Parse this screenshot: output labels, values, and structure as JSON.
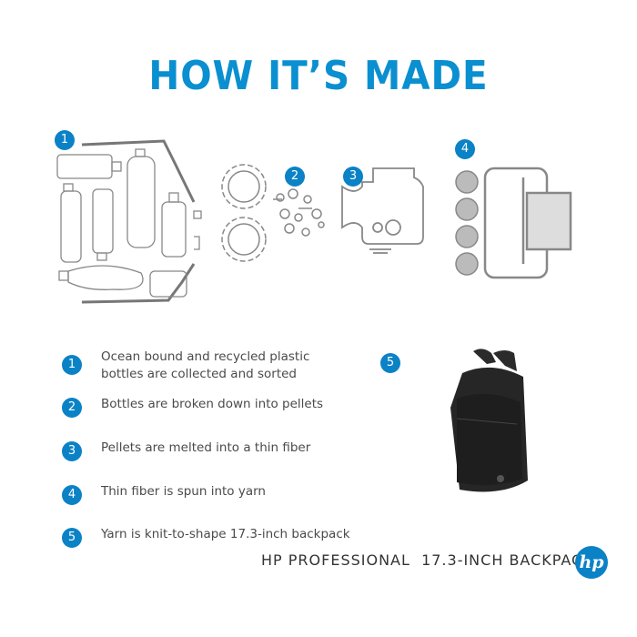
{
  "title": "HOW IT’S MADE",
  "accent_color": "#0b82c6",
  "illustrations": [
    {
      "number": "1",
      "depicts": "plastic-bottles-funnel"
    },
    {
      "number": "2",
      "depicts": "gears-crushing-pellets"
    },
    {
      "number": "3",
      "depicts": "melting-machine"
    },
    {
      "number": "4",
      "depicts": "yarn-spinning-loom"
    },
    {
      "number": "5",
      "depicts": "backpack-photo"
    }
  ],
  "steps": [
    {
      "number": "1",
      "text": "Ocean bound and recycled plastic bottles are collected and sorted"
    },
    {
      "number": "2",
      "text": "Bottles are broken down into pellets"
    },
    {
      "number": "3",
      "text": "Pellets are melted into a thin fiber"
    },
    {
      "number": "4",
      "text": "Thin fiber is spun into yarn"
    },
    {
      "number": "5",
      "text": "Yarn is knit-to-shape 17.3-inch backpack"
    }
  ],
  "footer": {
    "product_name": "HP PROFESSIONAL  17.3-INCH BACKPACK",
    "logo_text": "hp"
  }
}
